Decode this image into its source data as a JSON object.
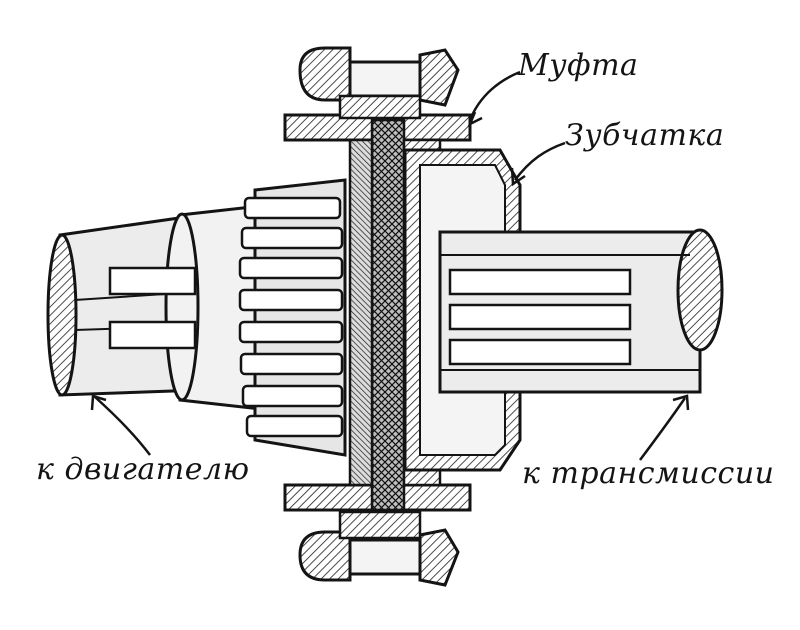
{
  "labels": {
    "coupling": "Муфта",
    "gear": "Зубчатка",
    "to_engine": "к двигателю",
    "to_transmission": "к трансмиссии"
  },
  "colors": {
    "ink": "#141414",
    "paper": "#ffffff",
    "metal": "#ececec",
    "hatch": "#2a2a2a"
  }
}
